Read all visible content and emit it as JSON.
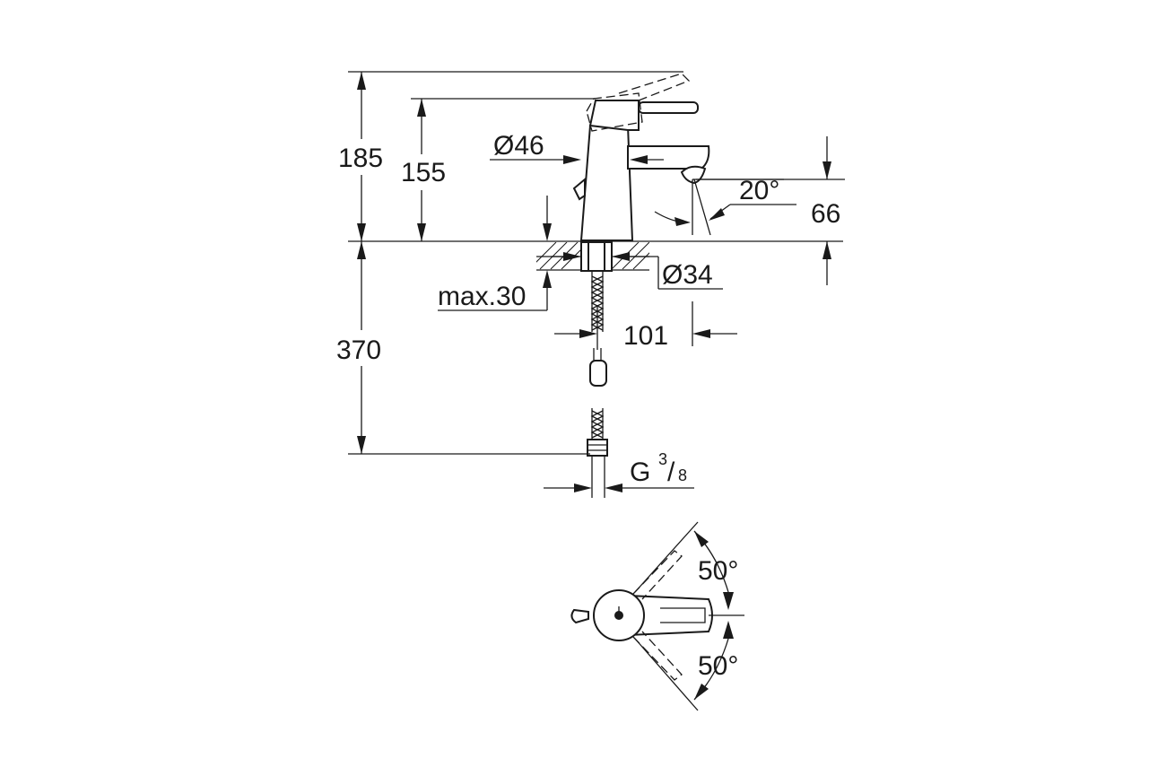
{
  "dimensions": {
    "height_lever_raised": "185",
    "height_lever": "155",
    "body_diameter": "Ø46",
    "spout_angle": "20°",
    "spout_height": "66",
    "mount_hole_diameter": "Ø34",
    "max_counter_thickness": "max.30",
    "spout_projection": "101",
    "hose_length": "370",
    "connection_thread": "G",
    "thread_numerator": "3",
    "thread_denominator": "8",
    "lever_rotation_up": "50°",
    "lever_rotation_down": "50°"
  }
}
